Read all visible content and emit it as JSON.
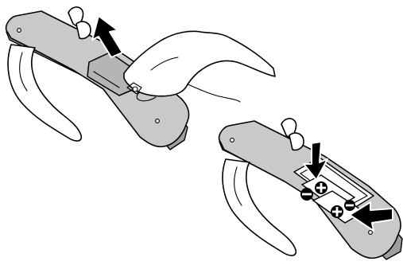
{
  "figure": {
    "panels": [
      {
        "step": "open-cover",
        "arrow": "up"
      },
      {
        "step": "insert-batteries",
        "arrows": [
          "down",
          "left"
        ]
      }
    ],
    "colors": {
      "remote_body": "#c9c9c9",
      "remote_side": "#9e9e9e",
      "cover": "#b5b5b5",
      "outline": "#000000",
      "background": "#ffffff"
    }
  }
}
